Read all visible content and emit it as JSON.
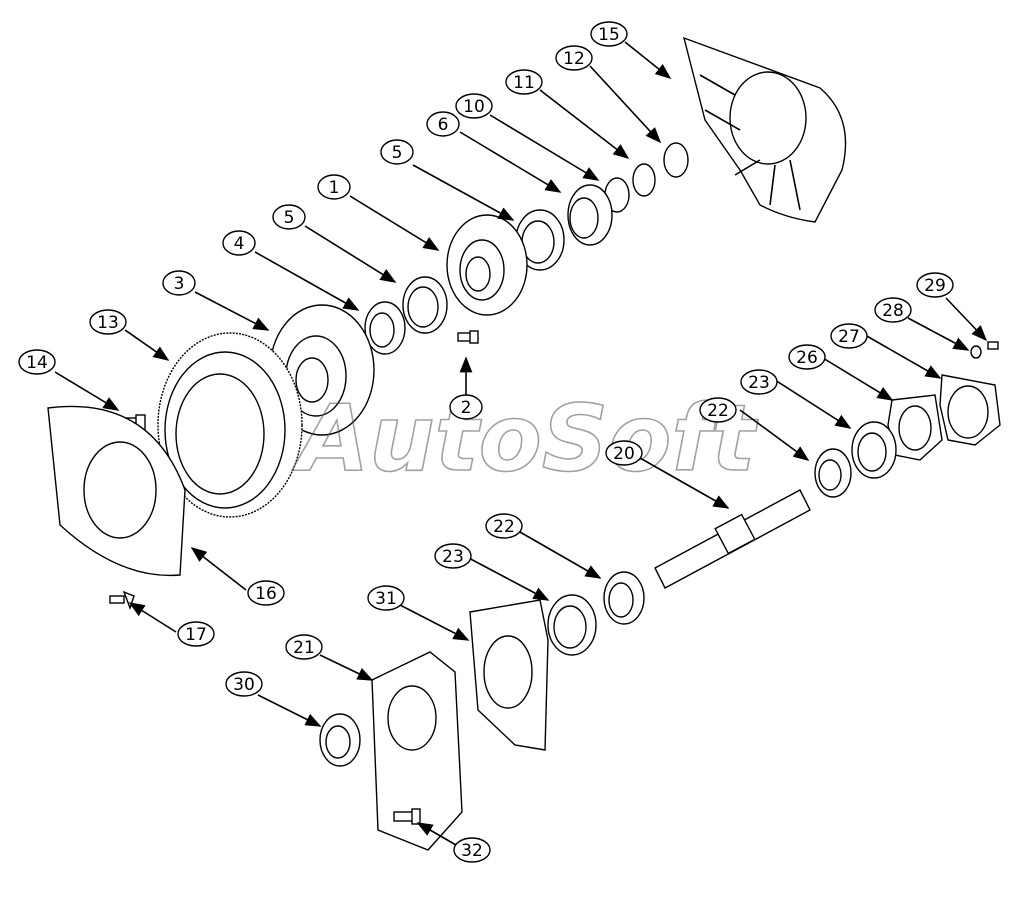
{
  "callouts": [
    "1",
    "2",
    "3",
    "4",
    "5",
    "5",
    "6",
    "10",
    "11",
    "12",
    "13",
    "14",
    "15",
    "16",
    "17",
    "20",
    "21",
    "22",
    "22",
    "23",
    "23",
    "26",
    "27",
    "28",
    "29",
    "30",
    "31",
    "32"
  ],
  "watermark": "AutoSoft",
  "colors": {
    "line": "#000000",
    "background": "#ffffff",
    "watermark": "#555555"
  }
}
